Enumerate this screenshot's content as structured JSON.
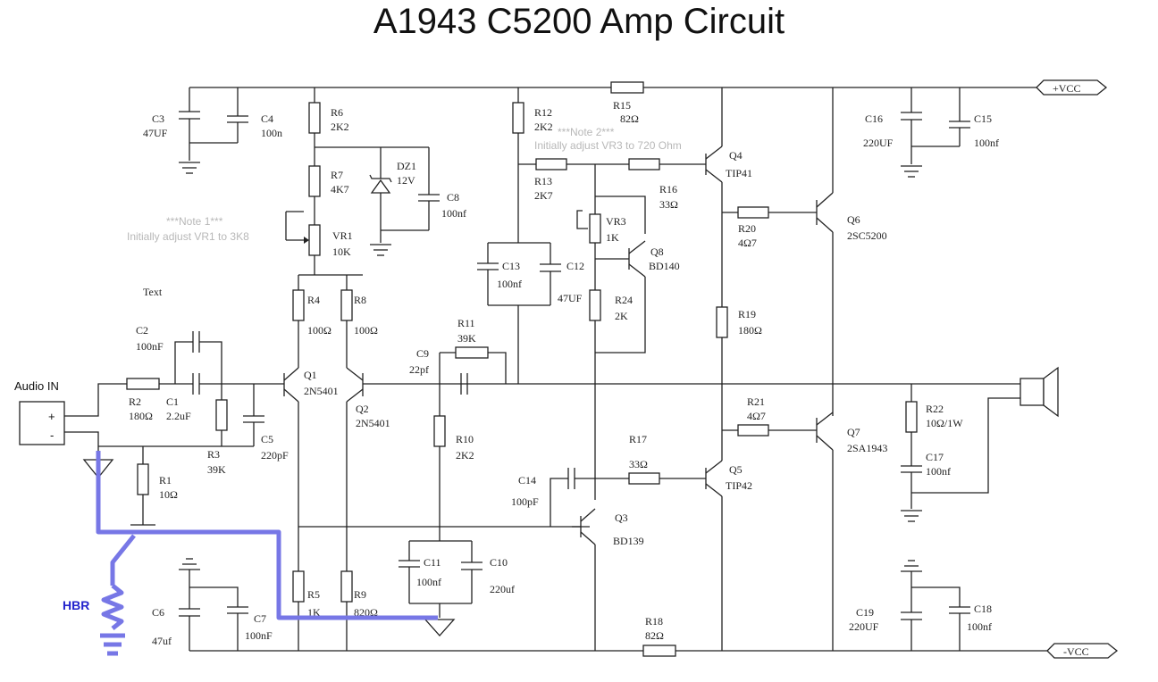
{
  "title": "A1943 C5200 Amp Circuit",
  "rails": {
    "pos": "+VCC",
    "neg": "-VCC"
  },
  "input": {
    "label": "Audio IN",
    "plus": "+",
    "minus": "-"
  },
  "text_label": "Text",
  "hbr_label": "HBR",
  "notes": {
    "note1_title": "***Note 1***",
    "note1_body": "Initially adjust VR1 to 3K8",
    "note2_title": "***Note 2***",
    "note2_body": "Initially adjust VR3 to 720 Ohm"
  },
  "components": {
    "C3": {
      "ref": "C3",
      "val": "47UF"
    },
    "C4": {
      "ref": "C4",
      "val": "100n"
    },
    "R6": {
      "ref": "R6",
      "val": "2K2"
    },
    "R7": {
      "ref": "R7",
      "val": "4K7"
    },
    "DZ1": {
      "ref": "DZ1",
      "val": "12V"
    },
    "C8": {
      "ref": "C8",
      "val": "100nf"
    },
    "VR1": {
      "ref": "VR1",
      "val": "10K"
    },
    "R4": {
      "ref": "R4",
      "val": "100Ω"
    },
    "R8": {
      "ref": "R8",
      "val": "100Ω"
    },
    "C2": {
      "ref": "C2",
      "val": "100nF"
    },
    "R2": {
      "ref": "R2",
      "val": "180Ω"
    },
    "C1": {
      "ref": "C1",
      "val": "2.2uF"
    },
    "R3": {
      "ref": "R3",
      "val": "39K"
    },
    "C5": {
      "ref": "C5",
      "val": "220pF"
    },
    "R1": {
      "ref": "R1",
      "val": "10Ω"
    },
    "Q1": {
      "ref": "Q1",
      "val": "2N5401"
    },
    "Q2": {
      "ref": "Q2",
      "val": "2N5401"
    },
    "R5": {
      "ref": "R5",
      "val": "1K"
    },
    "R9": {
      "ref": "R9",
      "val": "820Ω"
    },
    "C6": {
      "ref": "C6",
      "val": "47uf"
    },
    "C7": {
      "ref": "C7",
      "val": "100nF"
    },
    "C9": {
      "ref": "C9",
      "val": "22pf"
    },
    "R11": {
      "ref": "R11",
      "val": "39K"
    },
    "R10": {
      "ref": "R10",
      "val": "2K2"
    },
    "C11": {
      "ref": "C11",
      "val": "100nf"
    },
    "C10": {
      "ref": "C10",
      "val": "220uf"
    },
    "R12": {
      "ref": "R12",
      "val": "2K2"
    },
    "R13": {
      "ref": "R13",
      "val": "2K7"
    },
    "R15": {
      "ref": "R15",
      "val": "82Ω"
    },
    "C13": {
      "ref": "C13",
      "val": "100nf"
    },
    "C12": {
      "ref": "C12",
      "val": "47UF"
    },
    "VR3": {
      "ref": "VR3",
      "val": "1K"
    },
    "Q8": {
      "ref": "Q8",
      "val": "BD140"
    },
    "R24": {
      "ref": "R24",
      "val": "2K"
    },
    "R16": {
      "ref": "R16",
      "val": "33Ω"
    },
    "C14": {
      "ref": "C14",
      "val": "100pF"
    },
    "R17": {
      "ref": "R17",
      "val": "33Ω"
    },
    "Q3": {
      "ref": "Q3",
      "val": "BD139"
    },
    "R18": {
      "ref": "R18",
      "val": "82Ω"
    },
    "Q4": {
      "ref": "Q4",
      "val": "TIP41"
    },
    "Q5": {
      "ref": "Q5",
      "val": "TIP42"
    },
    "R20": {
      "ref": "R20",
      "val": "4Ω7"
    },
    "R19": {
      "ref": "R19",
      "val": "180Ω"
    },
    "R21": {
      "ref": "R21",
      "val": "4Ω7"
    },
    "Q6": {
      "ref": "Q6",
      "val": "2SC5200"
    },
    "Q7": {
      "ref": "Q7",
      "val": "2SA1943"
    },
    "C16": {
      "ref": "C16",
      "val": "220UF"
    },
    "C15": {
      "ref": "C15",
      "val": "100nf"
    },
    "R22": {
      "ref": "R22",
      "val": "10Ω/1W"
    },
    "C17": {
      "ref": "C17",
      "val": "100nf"
    },
    "C19": {
      "ref": "C19",
      "val": "220UF"
    },
    "C18": {
      "ref": "C18",
      "val": "100nf"
    }
  }
}
